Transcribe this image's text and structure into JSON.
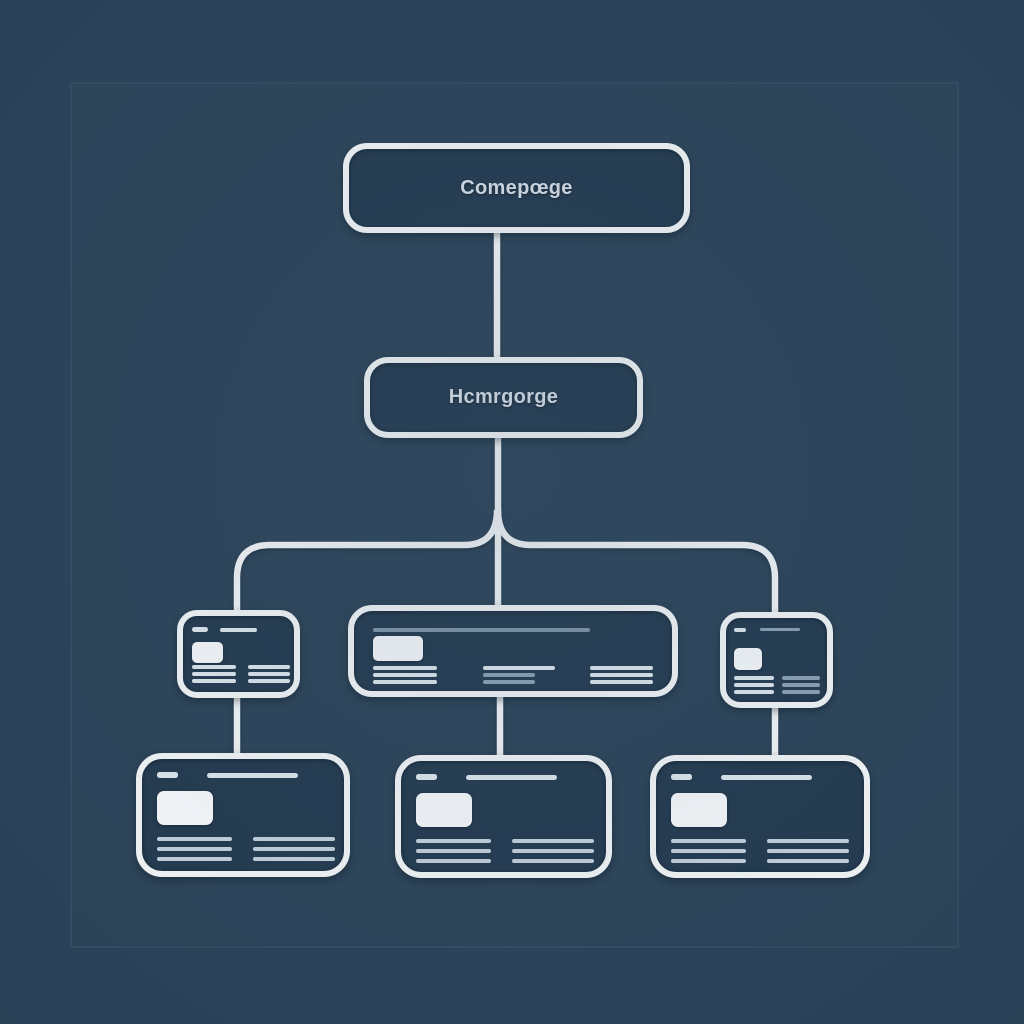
{
  "sitemap": {
    "root": {
      "label": "Comepœge"
    },
    "child": {
      "label": "Hcmrgorge"
    },
    "mid_cards": [
      {
        "id": "mid-left",
        "thumbnail": true,
        "header_dash": true,
        "header_line": true,
        "text_line_groups": 2,
        "lines_per_group": 3
      },
      {
        "id": "mid-center",
        "thumbnail": true,
        "header_dash": false,
        "header_line": true,
        "text_line_groups": 3,
        "lines_per_group": 3
      },
      {
        "id": "mid-right",
        "thumbnail": true,
        "header_dash": true,
        "header_line": true,
        "text_line_groups": 2,
        "lines_per_group": 3
      }
    ],
    "bottom_cards": [
      {
        "id": "bottom-left",
        "thumbnail": true,
        "header_dash": true,
        "header_line": true,
        "text_line_groups": 2,
        "lines_per_group": 3
      },
      {
        "id": "bottom-center",
        "thumbnail": true,
        "header_dash": true,
        "header_line": true,
        "text_line_groups": 2,
        "lines_per_group": 3
      },
      {
        "id": "bottom-right",
        "thumbnail": true,
        "header_dash": true,
        "header_line": true,
        "text_line_groups": 2,
        "lines_per_group": 3
      }
    ]
  },
  "colors": {
    "background": "#2a4157",
    "node_fill": "#23394e",
    "stroke": "#f2f5f6",
    "label_text": "#d6dfe8",
    "skeleton_bright": "#dde6ed",
    "skeleton_dim": "#8ba0b2",
    "skeleton_gray": "#7e93a4",
    "thumbnail_fill": "#f6f8fa",
    "frame_border": "rgba(170,200,225,0.07)"
  }
}
